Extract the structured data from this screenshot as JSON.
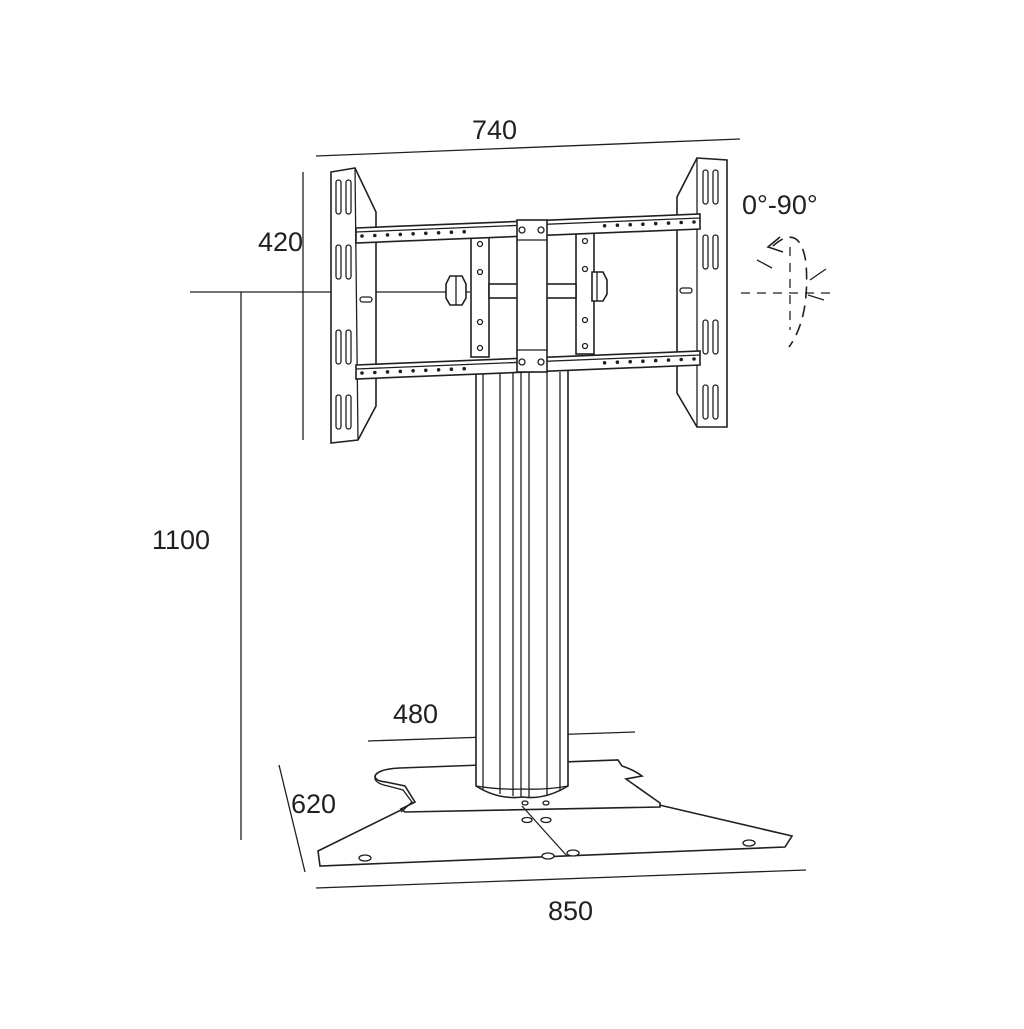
{
  "diagram": {
    "dimensions": {
      "mount_width": "740",
      "mount_height": "420",
      "rotation": "0°-90°",
      "total_height": "1100",
      "base_depth_inner": "480",
      "base_depth": "620",
      "base_width": "850"
    }
  }
}
